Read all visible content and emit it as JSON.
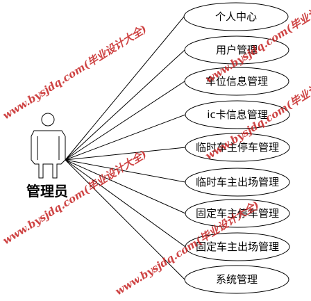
{
  "diagram": {
    "actor_label": "管理员",
    "use_cases": [
      "个人中心",
      "用户管理",
      "车位信息管理",
      "ic卡信息管理",
      "临时车主停车管理",
      "临时车主出场管理",
      "固定车主停车管理",
      "固定车主出场管理",
      "系统管理"
    ]
  },
  "watermarks": [
    "www.bysjdq.com(毕业设计大全)",
    "www.bysjdq.com(毕业设计大全)",
    "www.bysjdq.com(毕业设计大全)",
    "www.bysjdq.com(毕业设计大全)",
    "www.bysjdq.com(毕业设计大全)"
  ],
  "colors": {
    "line": "#000000",
    "ellipse_fill": "#ffffff",
    "actor_fill": "#ffffff",
    "watermark": "#c62323"
  }
}
